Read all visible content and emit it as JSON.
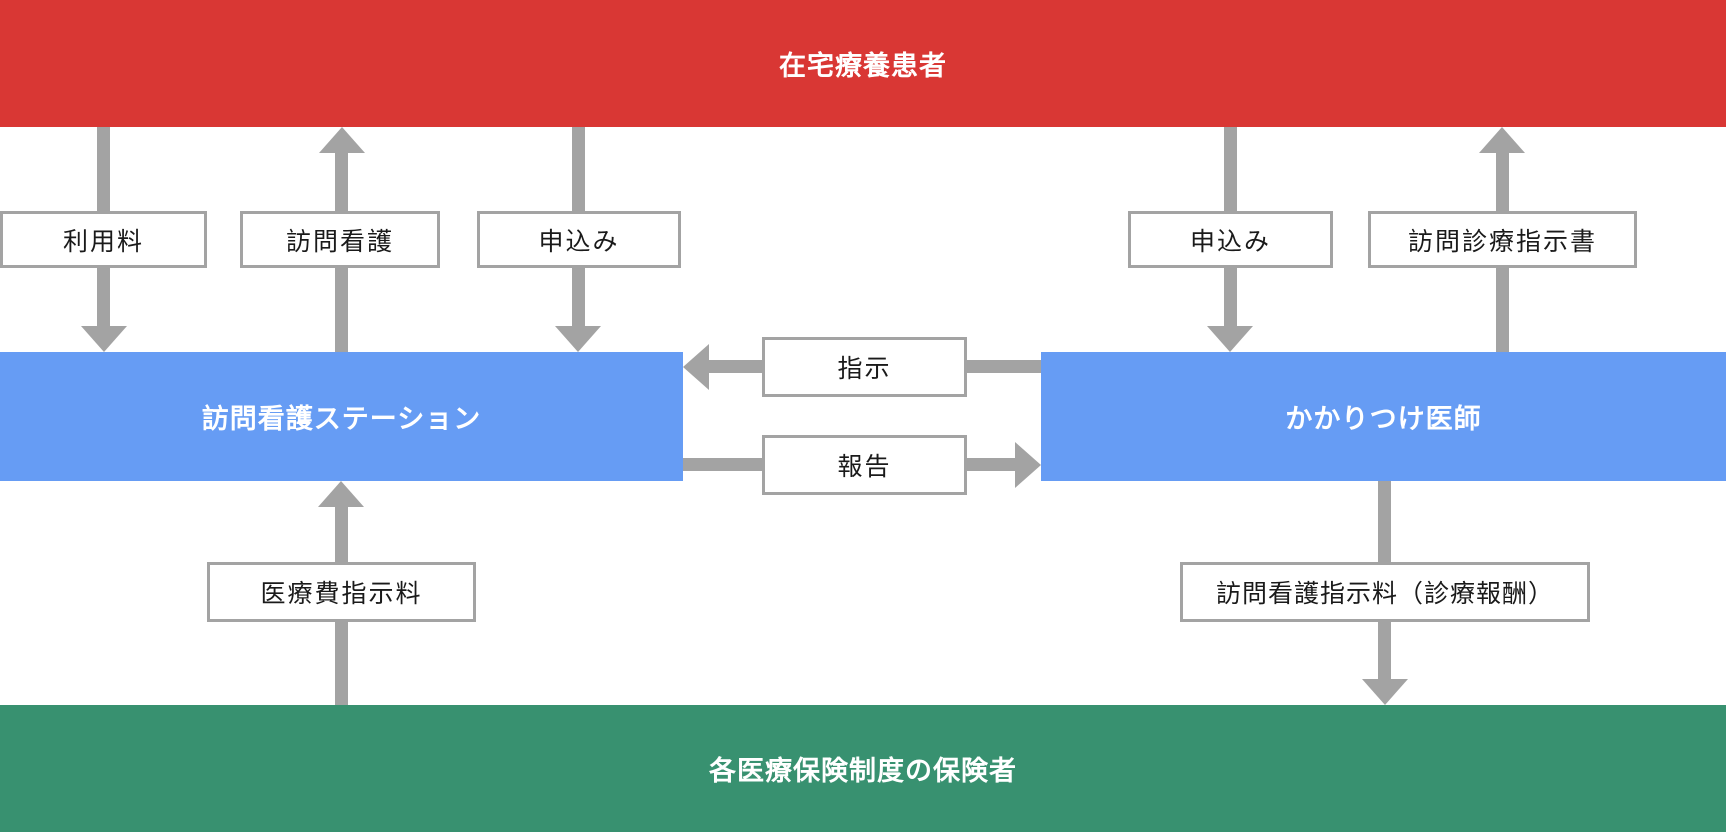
{
  "colors": {
    "patient_banner": "#d93734",
    "insurer_banner": "#389170",
    "node_blue": "#669cf4",
    "arrow_gray": "#a3a3a3",
    "label_border": "#a3a3a3",
    "label_text": "#1a1a1a",
    "banner_text": "#ffffff"
  },
  "nodes": {
    "patient": {
      "label": "在宅療養患者"
    },
    "nursing_station": {
      "label": "訪問看護ステーション"
    },
    "doctor": {
      "label": "かかりつけ医師"
    },
    "insurer": {
      "label": "各医療保険制度の保険者"
    }
  },
  "labels": {
    "usage_fee": "利用料",
    "visiting_nursing": "訪問看護",
    "application_left": "申込み",
    "application_right": "申込み",
    "visit_care_instruction_doc": "訪問診療指示書",
    "instruction": "指示",
    "report": "報告",
    "medical_fee_instruction": "医療費指示料",
    "nursing_instruction_fee": "訪問看護指示料（診療報酬）"
  },
  "edges": [
    {
      "from": "patient",
      "to": "nursing_station",
      "label": "利用料",
      "direction": "down"
    },
    {
      "from": "nursing_station",
      "to": "patient",
      "label": "訪問看護",
      "direction": "up"
    },
    {
      "from": "patient",
      "to": "nursing_station",
      "label": "申込み",
      "direction": "down"
    },
    {
      "from": "patient",
      "to": "doctor",
      "label": "申込み",
      "direction": "down"
    },
    {
      "from": "doctor",
      "to": "patient",
      "label": "訪問診療指示書",
      "direction": "up"
    },
    {
      "from": "doctor",
      "to": "nursing_station",
      "label": "指示",
      "direction": "left"
    },
    {
      "from": "nursing_station",
      "to": "doctor",
      "label": "報告",
      "direction": "right"
    },
    {
      "from": "insurer",
      "to": "nursing_station",
      "label": "医療費指示料",
      "direction": "up"
    },
    {
      "from": "doctor",
      "to": "insurer",
      "label": "訪問看護指示料（診療報酬）",
      "direction": "down"
    }
  ]
}
